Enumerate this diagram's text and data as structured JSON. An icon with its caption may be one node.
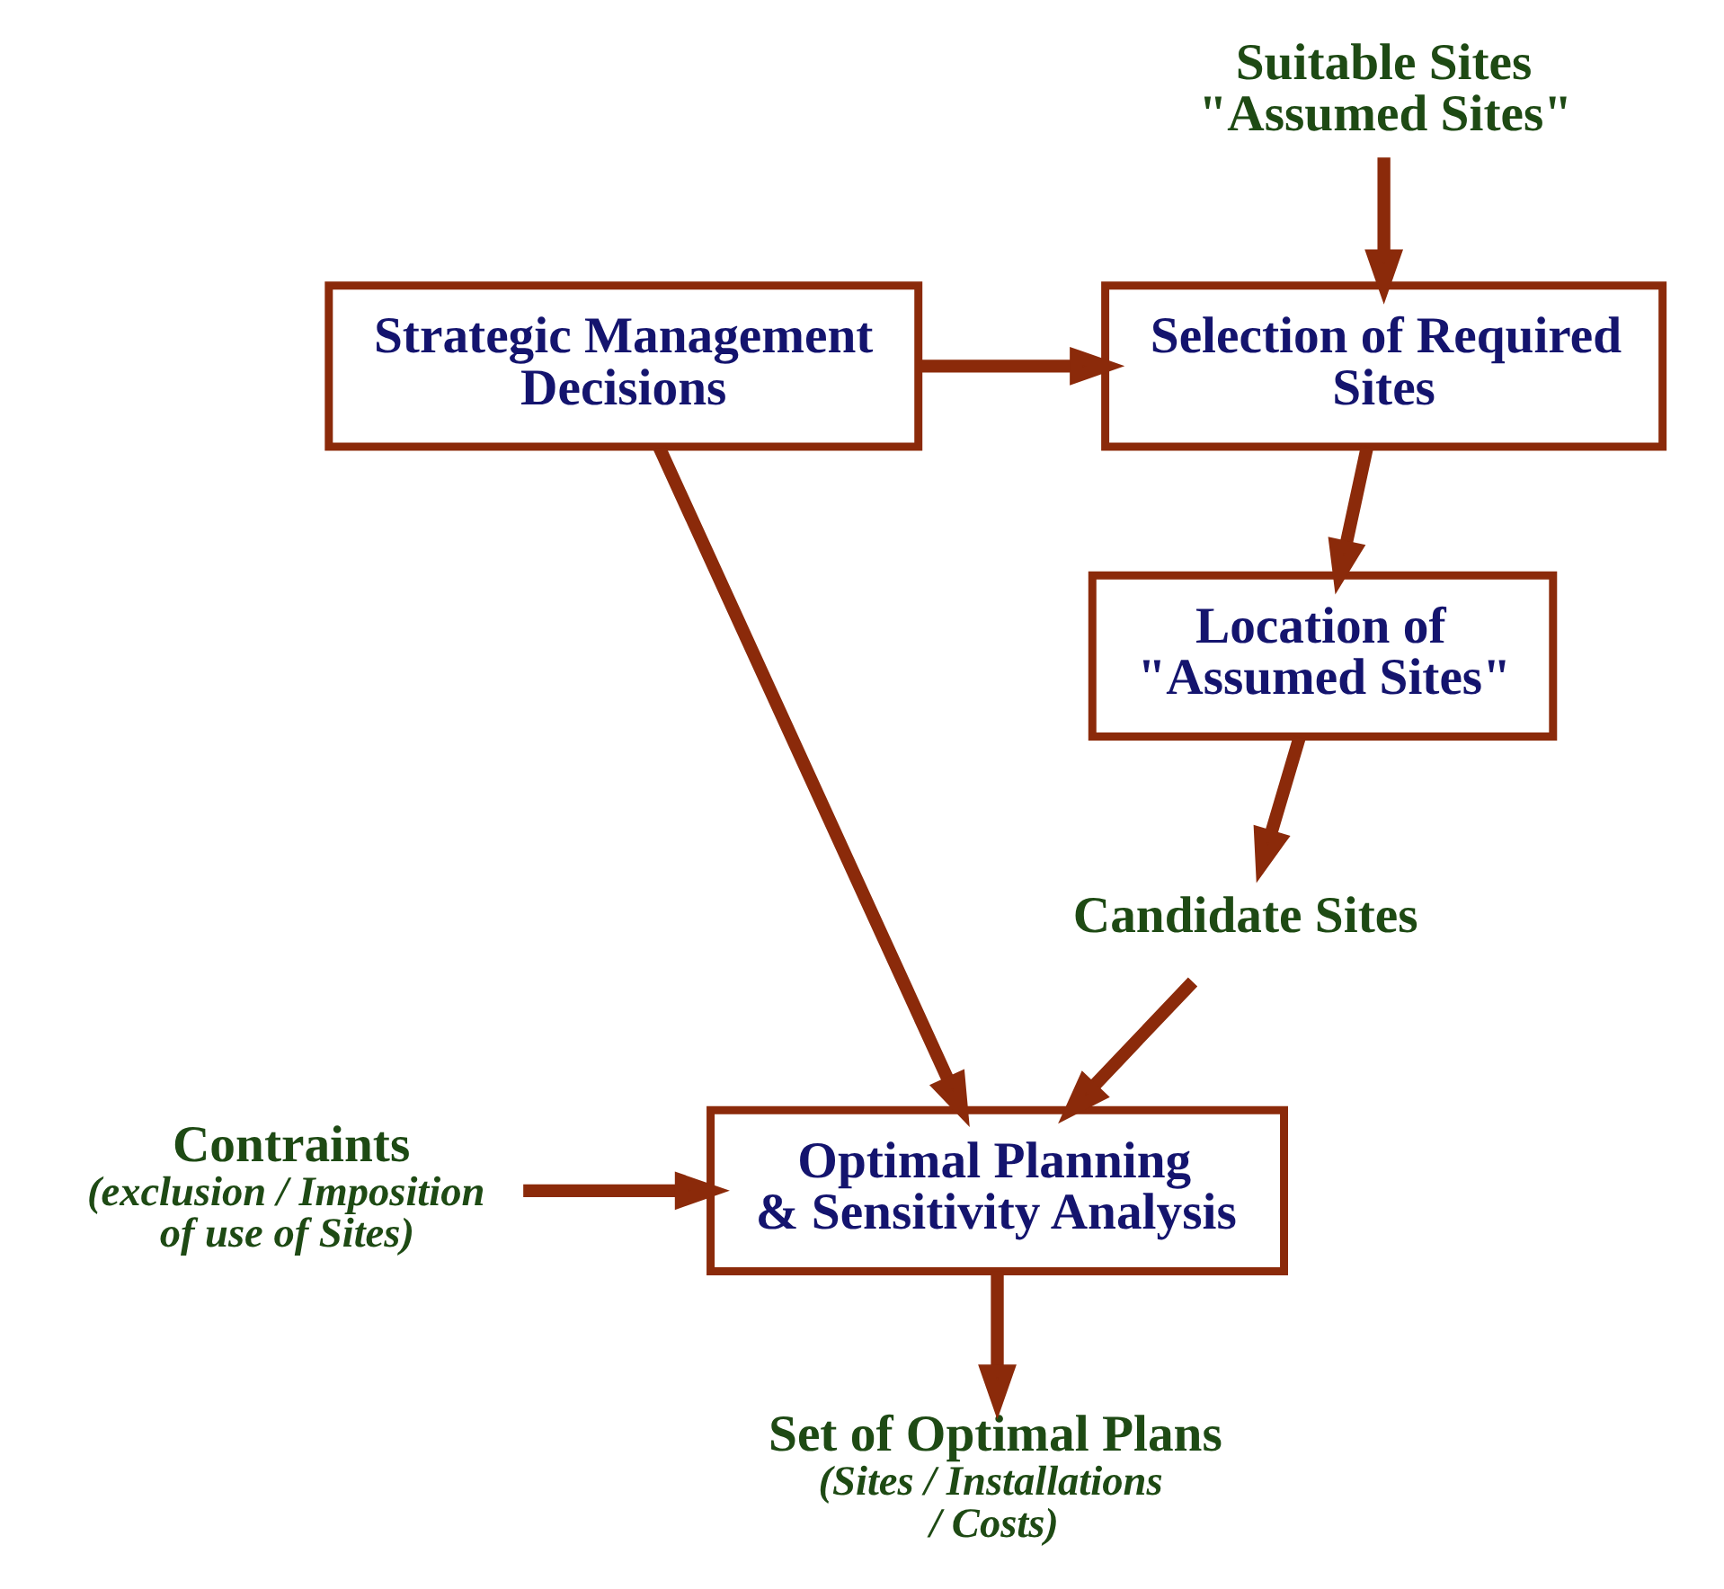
{
  "diagram": {
    "nodes": [
      {
        "text": [
          "Suitable Sites \"Assumed Sites\""
        ]
      },
      {
        "text": [
          "Strategic Management Decisions"
        ]
      },
      {
        "text": [
          "Selection of Required Sites"
        ]
      },
      {
        "text": [
          "Location of \"Assumed Sites\""
        ]
      },
      {
        "text": [
          "Candidate Sites"
        ]
      },
      {
        "text": [
          "Contraints",
          "(exclusion / Imposition of use of Sites)"
        ]
      },
      {
        "text": [
          "Optimal Planning & Sensitivity Analysis"
        ]
      },
      {
        "text": [
          "Set of Optimal Plans",
          "(Sites / Installations / Costs)"
        ]
      }
    ],
    "edges": [
      {
        "from": 0,
        "to": 2,
        "arrow": "to"
      },
      {
        "from": 1,
        "to": 2,
        "arrow": "to"
      },
      {
        "from": 2,
        "to": 3,
        "arrow": "to"
      },
      {
        "from": 3,
        "to": 4,
        "arrow": "to"
      },
      {
        "from": 1,
        "to": 6,
        "arrow": "to"
      },
      {
        "from": 4,
        "to": 6,
        "arrow": "to"
      },
      {
        "from": 5,
        "to": 6,
        "arrow": "to"
      },
      {
        "from": 6,
        "to": 7,
        "arrow": "to"
      }
    ]
  }
}
